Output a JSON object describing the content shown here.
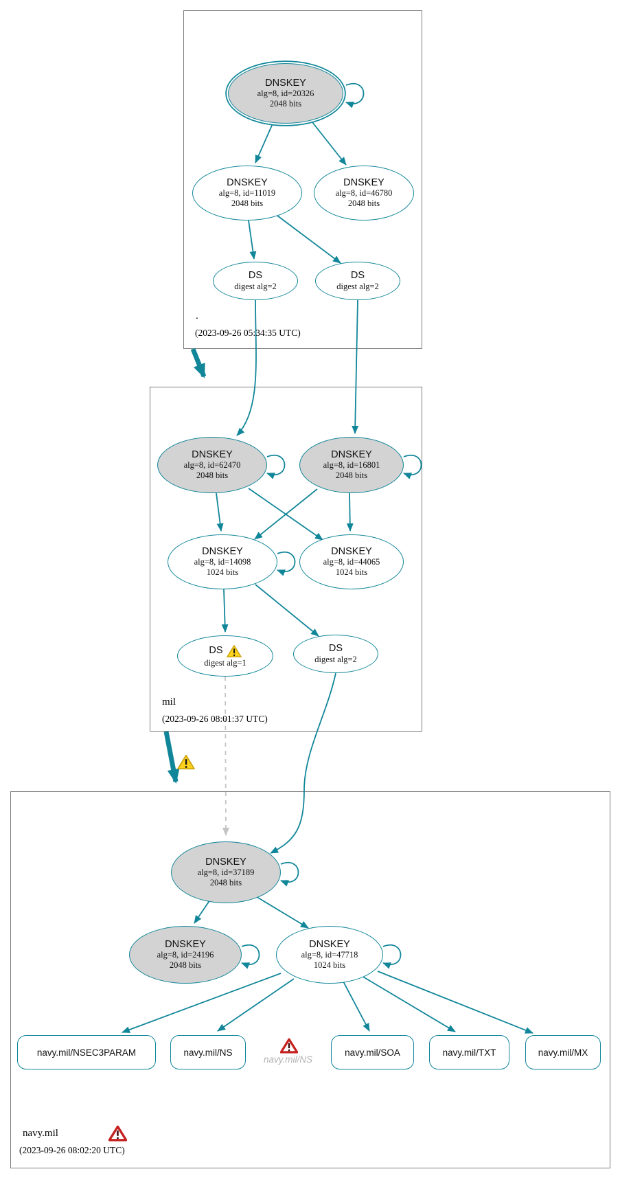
{
  "diagram_type": "dnssec-authentication-chain-graph",
  "colors": {
    "edge_teal": "#118699",
    "sep_key_fill": "#d3d3d3",
    "zone_box_border": "#7a7a7a",
    "insecure_dashed": "#c4c4c4",
    "warning_yellow": "#ffd31c",
    "error_red": "#c5221f",
    "error_text_gray": "#b3b3b3"
  },
  "zones": {
    "root": {
      "label": ".",
      "timestamp": "(2023-09-26 05:34:35 UTC)"
    },
    "mil": {
      "label": "mil",
      "timestamp": "(2023-09-26 08:01:37 UTC)"
    },
    "navy": {
      "label": "navy.mil",
      "timestamp": "(2023-09-26 08:02:20 UTC)"
    }
  },
  "nodes": {
    "ksk_20326": {
      "title": "DNSKEY",
      "detail1": "alg=8, id=20326",
      "detail2": "2048 bits"
    },
    "zsk_11019": {
      "title": "DNSKEY",
      "detail1": "alg=8, id=11019",
      "detail2": "2048 bits"
    },
    "zsk_46780": {
      "title": "DNSKEY",
      "detail1": "alg=8, id=46780",
      "detail2": "2048 bits"
    },
    "ds_root_1": {
      "title": "DS",
      "detail1": "digest alg=2"
    },
    "ds_root_2": {
      "title": "DS",
      "detail1": "digest alg=2"
    },
    "ksk_62470": {
      "title": "DNSKEY",
      "detail1": "alg=8, id=62470",
      "detail2": "2048 bits"
    },
    "ksk_16801": {
      "title": "DNSKEY",
      "detail1": "alg=8, id=16801",
      "detail2": "2048 bits"
    },
    "zsk_14098": {
      "title": "DNSKEY",
      "detail1": "alg=8, id=14098",
      "detail2": "1024 bits"
    },
    "zsk_44065": {
      "title": "DNSKEY",
      "detail1": "alg=8, id=44065",
      "detail2": "1024 bits"
    },
    "ds_mil_warn": {
      "title": "DS",
      "detail1": "digest alg=1"
    },
    "ds_mil_2": {
      "title": "DS",
      "detail1": "digest alg=2"
    },
    "ksk_37189": {
      "title": "DNSKEY",
      "detail1": "alg=8, id=37189",
      "detail2": "2048 bits"
    },
    "ksk_24196": {
      "title": "DNSKEY",
      "detail1": "alg=8, id=24196",
      "detail2": "2048 bits"
    },
    "zsk_47718": {
      "title": "DNSKEY",
      "detail1": "alg=8, id=47718",
      "detail2": "1024 bits"
    }
  },
  "rrsets": {
    "nsec3param": {
      "label": "navy.mil/NSEC3PARAM"
    },
    "ns": {
      "label": "navy.mil/NS"
    },
    "ns_error": {
      "label": "navy.mil/NS"
    },
    "soa": {
      "label": "navy.mil/SOA"
    },
    "txt": {
      "label": "navy.mil/TXT"
    },
    "mx": {
      "label": "navy.mil/MX"
    }
  },
  "icons": {
    "warning": "warning-triangle",
    "error": "error-triangle"
  }
}
